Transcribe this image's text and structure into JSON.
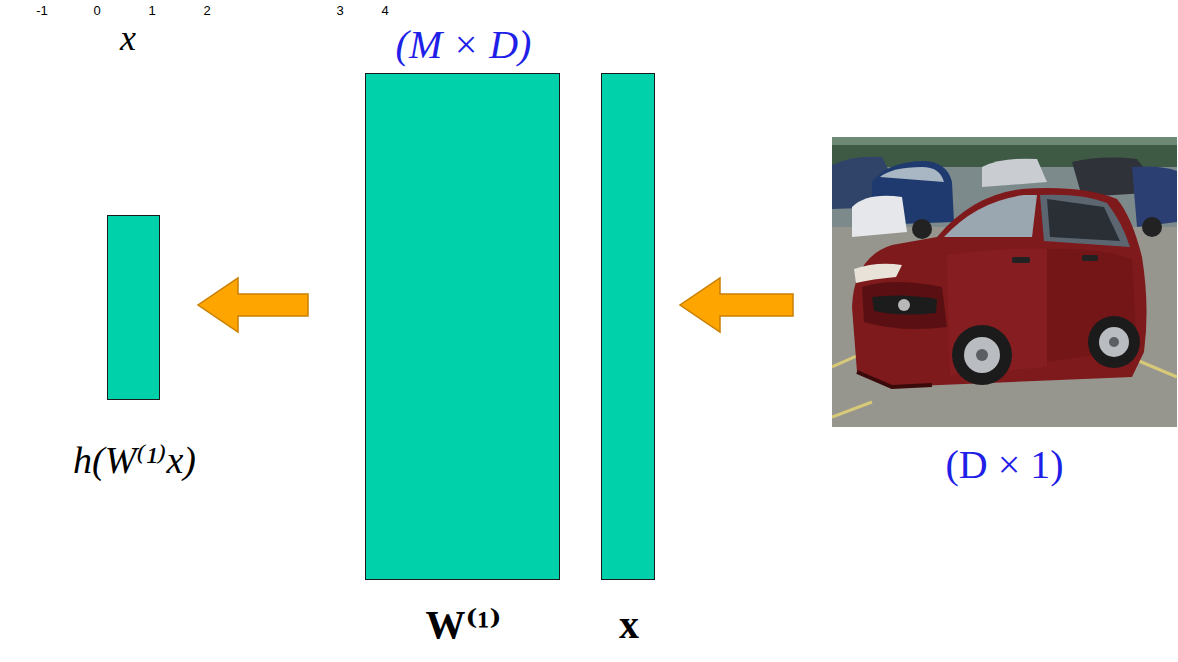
{
  "diagram": {
    "nodes": [
      {
        "text": [
          "h(W⁽¹⁾x)"
        ]
      },
      {
        "text": [
          "(M × D)",
          "W⁽¹⁾"
        ]
      },
      {
        "text": [
          "x"
        ]
      },
      {
        "text": [
          "(D × 1)"
        ]
      }
    ],
    "edges": [
      {
        "from": 1,
        "to": 0,
        "arrow": "to"
      },
      {
        "from": 3,
        "to": 2,
        "arrow": "to"
      }
    ],
    "labels": [
      "-1",
      "0",
      "1",
      "2",
      "3",
      "4",
      "x"
    ]
  }
}
